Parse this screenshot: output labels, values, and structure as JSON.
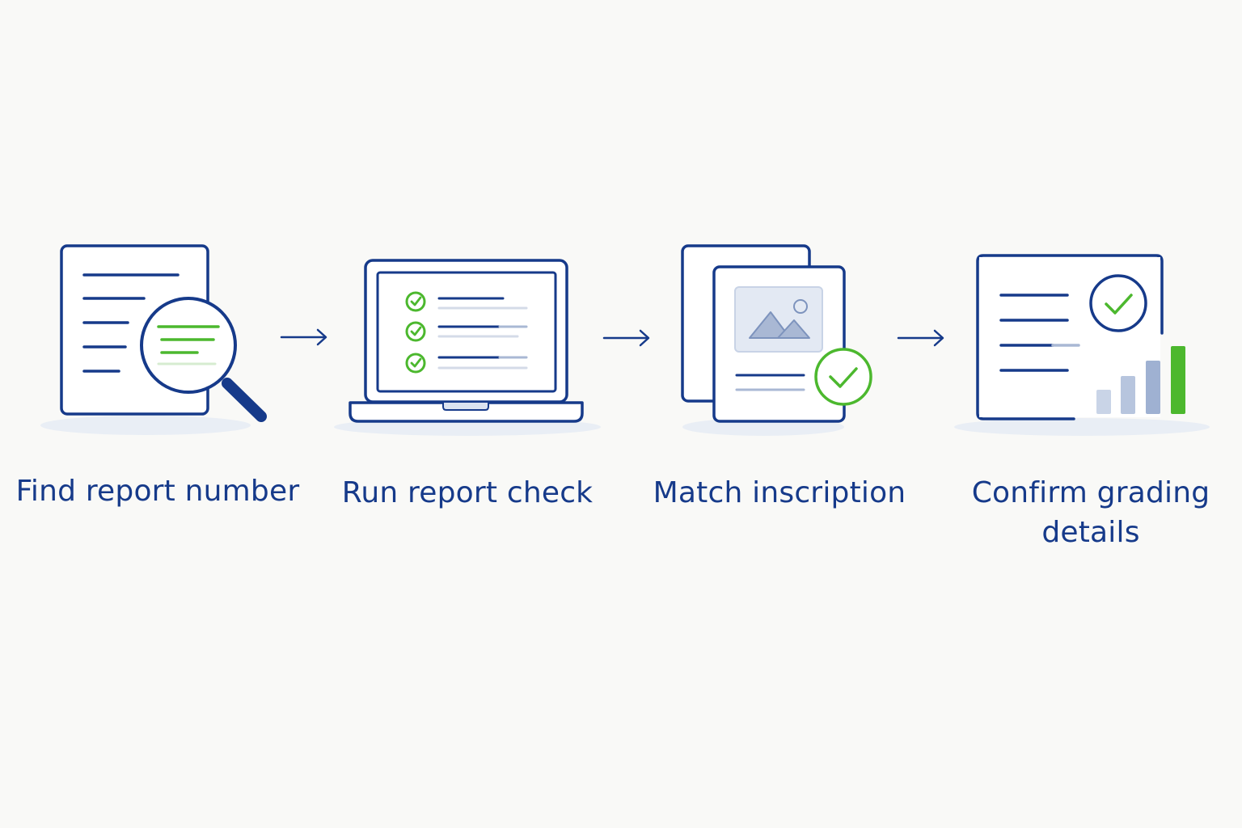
{
  "steps": [
    {
      "label": "Find report number",
      "icon": "document-magnifier-icon"
    },
    {
      "label": "Run report check",
      "icon": "laptop-checklist-icon"
    },
    {
      "label": "Match inscription",
      "icon": "image-card-check-icon"
    },
    {
      "label": "Confirm grading details",
      "icon": "report-bar-chart-check-icon"
    }
  ],
  "colors": {
    "background": "#f9f9f7",
    "primary": "#163a8a",
    "accent_green": "#4cb82e",
    "soft_blue": "#a9b8d4",
    "shadow": "#e9eef5"
  }
}
